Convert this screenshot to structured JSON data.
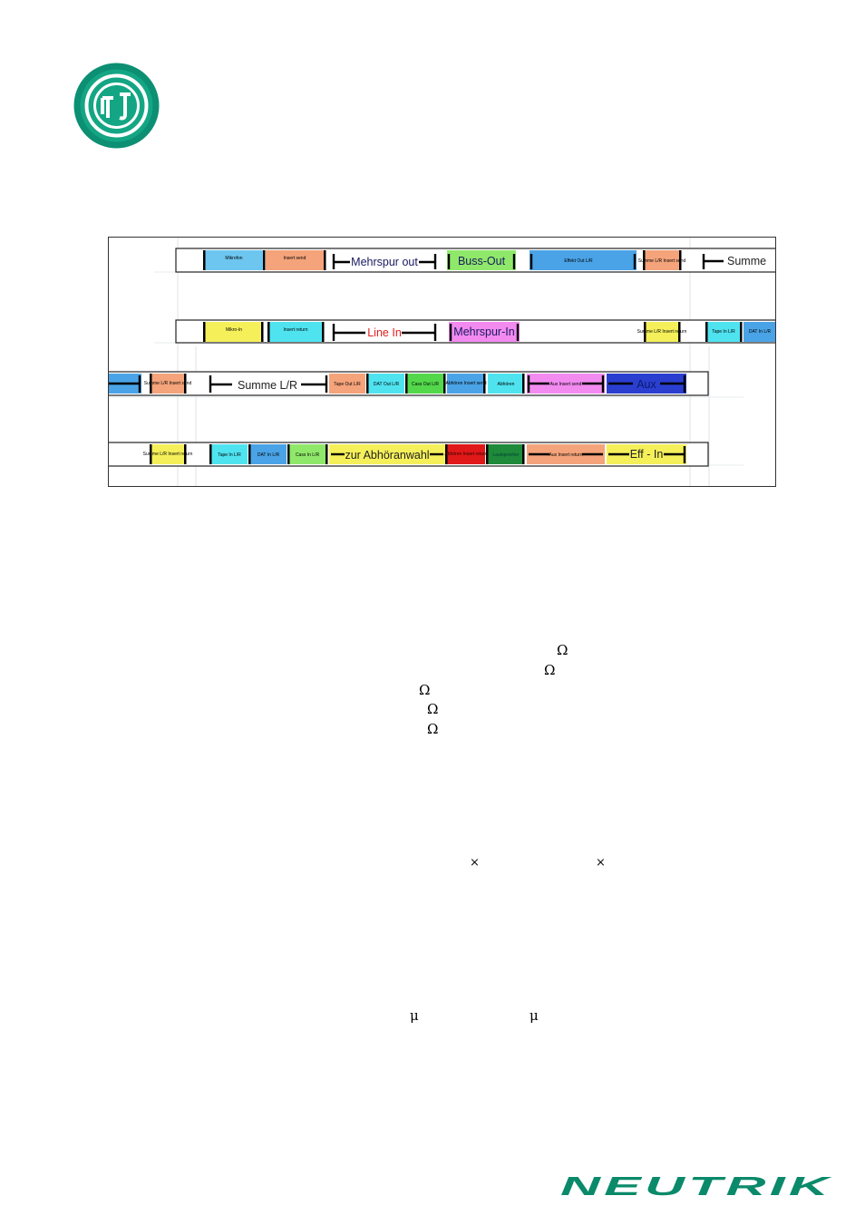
{
  "logo": {
    "name": "neutrik-roundel-logo"
  },
  "brand": {
    "wordmark": "NEUTRIK",
    "color": "#0a8a6a"
  },
  "patchbay": {
    "row1": [
      {
        "key": "mikrofon",
        "text": "Mikrofon",
        "color": "#6dc6f0"
      },
      {
        "key": "insert_send",
        "text": "Insert send",
        "color": "#f4a37a"
      },
      {
        "key": "mehrspur_out",
        "text": "Mehrspur out",
        "color": "#ffffff"
      },
      {
        "key": "buss_out",
        "text": "Buss-Out",
        "color": "#8fe86a"
      },
      {
        "key": "effekt_out",
        "text": "Effekt Out L/R",
        "color": "#4aa3e6"
      },
      {
        "key": "summe_lr_send",
        "text": "Summe L/R Insert send",
        "color": "#f4a37a"
      },
      {
        "key": "summe",
        "text": "Summe",
        "color": "#ffffff"
      }
    ],
    "row2": [
      {
        "key": "mikro_in",
        "text": "Mikro-In",
        "color": "#f5f05a"
      },
      {
        "key": "insert_return",
        "text": "Insert return",
        "color": "#4fe3f0"
      },
      {
        "key": "line_in",
        "text": "Line In",
        "color": "#ffffff"
      },
      {
        "key": "mehrspur_in",
        "text": "Mehrspur-In",
        "color": "#f28af0"
      },
      {
        "key": "summe_lr_return",
        "text": "Summe L/R Insert return",
        "color": "#f5f05a"
      },
      {
        "key": "tape_in",
        "text": "Tape In L/R",
        "color": "#4fe3f0"
      },
      {
        "key": "dat_in",
        "text": "DAT In L/R",
        "color": "#4aa3e6"
      }
    ],
    "row3": [
      {
        "key": "summe_lr_send2",
        "text": "Summe L/R Insert send",
        "color": "#f4a37a"
      },
      {
        "key": "summe_lr",
        "text": "Summe L/R",
        "color": "#ffffff"
      },
      {
        "key": "tape_out",
        "text": "Tape Out L/R",
        "color": "#f4a37a"
      },
      {
        "key": "dat_out",
        "text": "DAT Out L/R",
        "color": "#4fe3f0"
      },
      {
        "key": "cass_out",
        "text": "Cass Out L/R",
        "color": "#52d84a"
      },
      {
        "key": "abhoer_send",
        "text": "Abhören Insert send",
        "color": "#4aa3e6"
      },
      {
        "key": "abhoeren",
        "text": "Abhören",
        "color": "#4fe3f0"
      },
      {
        "key": "aux_send",
        "text": "Aux Insert send",
        "color": "#f28af0"
      },
      {
        "key": "aux",
        "text": "Aux",
        "color": "#2a3fd0"
      }
    ],
    "row4": [
      {
        "key": "summe_lr_return2",
        "text": "Summe L/R Insert return",
        "color": "#f5f05a"
      },
      {
        "key": "tape_in2",
        "text": "Tape In L/R",
        "color": "#4fe3f0"
      },
      {
        "key": "dat_in2",
        "text": "DAT In L/R",
        "color": "#4aa3e6"
      },
      {
        "key": "cass_in",
        "text": "Cass In L/R",
        "color": "#8fe86a"
      },
      {
        "key": "zur_abhoeranwahl",
        "text": "zur Abhöranwahl",
        "color": "#f5f05a"
      },
      {
        "key": "abhoer_return",
        "text": "Abhören Insert return",
        "color": "#e01818"
      },
      {
        "key": "lautsprecher",
        "text": "Lautsprecher",
        "color": "#1f8a3a"
      },
      {
        "key": "aux_return",
        "text": "Aux Insert return",
        "color": "#f4a37a"
      },
      {
        "key": "eff_in",
        "text": "Eff - In",
        "color": "#f5f05a"
      }
    ]
  },
  "symbols": {
    "ohm": "Ω",
    "times": "×",
    "micro": "μ"
  }
}
